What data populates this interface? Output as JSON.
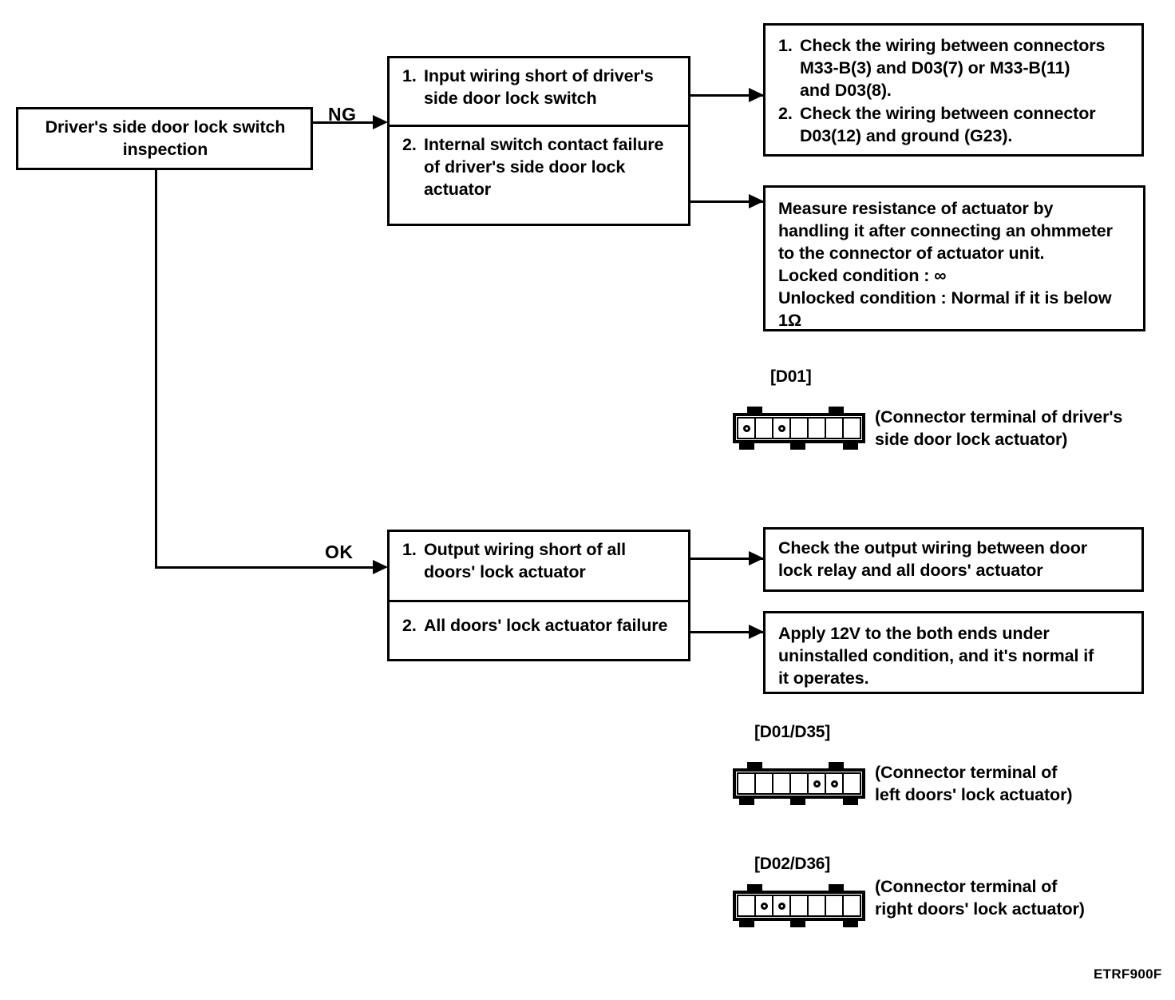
{
  "diagram": {
    "figure_code": "ETRF900F",
    "start_box": {
      "text": "Driver's side door lock switch\ninspection"
    },
    "branches": {
      "ng_label": "NG",
      "ok_label": "OK"
    },
    "ng_causes": [
      {
        "num": "1.",
        "text": "Input wiring short of driver's\nside door lock switch"
      },
      {
        "num": "2.",
        "text": "Internal switch contact failure\nof driver's side door lock\nactuator"
      }
    ],
    "ng_actions": [
      {
        "items": [
          {
            "num": "1.",
            "text": "Check the wiring between connectors\nM33-B(3) and D03(7) or M33-B(11)\nand D03(8)."
          },
          {
            "num": "2.",
            "text": "Check the wiring between connector\nD03(12) and ground (G23)."
          }
        ]
      },
      {
        "text": "Measure resistance of actuator by\nhandling it after connecting an ohmmeter\nto the connector of actuator unit.\nLocked condition : ∞\nUnlocked condition : Normal if it is below 1Ω"
      }
    ],
    "ok_causes": [
      {
        "num": "1.",
        "text": "Output wiring short of all\ndoors' lock actuator"
      },
      {
        "num": "2.",
        "text": "All doors' lock actuator failure"
      }
    ],
    "ok_actions": [
      {
        "text": "Check the output wiring between door\nlock relay and all doors' actuator"
      },
      {
        "text": "Apply 12V to the both ends under\nuninstalled condition, and it's normal if\nit operates."
      }
    ],
    "connectors": [
      {
        "tag": "[D01]",
        "caption": "(Connector terminal of driver's\n  side door lock actuator)",
        "cells": 7,
        "pins": [
          1,
          3
        ]
      },
      {
        "tag": "[D01/D35]",
        "caption": "(Connector terminal of\n  left doors' lock actuator)",
        "cells": 7,
        "pins": [
          5,
          6
        ]
      },
      {
        "tag": "[D02/D36]",
        "caption": "(Connector terminal of\n  right doors' lock actuator)",
        "cells": 7,
        "pins": [
          2,
          3
        ]
      }
    ]
  }
}
